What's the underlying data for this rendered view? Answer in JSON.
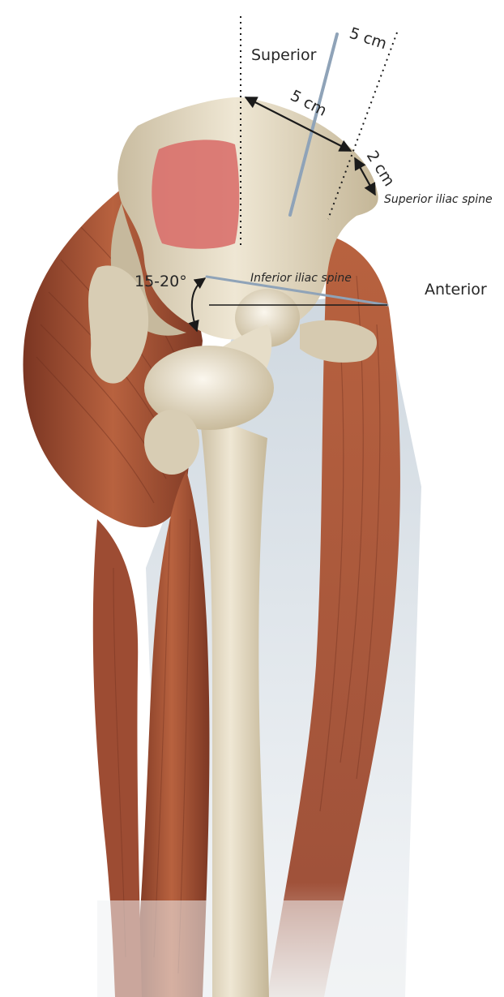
{
  "labels": {
    "superior": "Superior",
    "anterior": "Anterior",
    "dim_top": "5 cm",
    "dim_crest": "5 cm",
    "dim_spine": "2 cm",
    "superior_iliac_spine": "Superior iliac spine",
    "inferior_iliac_spine": "Inferior iliac spine",
    "angle": "15-20°"
  },
  "colors": {
    "bone": "#e3dac5",
    "bone_shadow": "#c6b99d",
    "muscle": "#a9553a",
    "muscle_dark": "#7a3522",
    "target_area": "#d9706b",
    "tendon": "#dde3e8",
    "needle": "#8fa3b8",
    "annotation": "#1a1a1a"
  }
}
